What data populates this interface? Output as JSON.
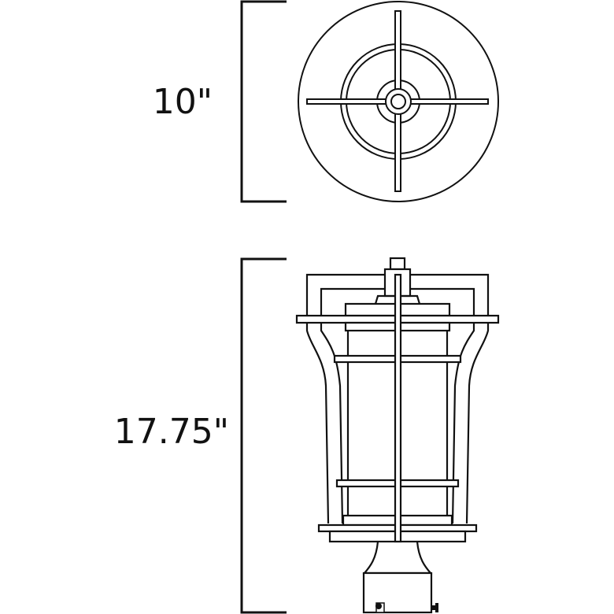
{
  "figure": {
    "subject": "Outdoor post-mount lantern dimension drawing",
    "line_color": "#111111",
    "background": "#ffffff"
  },
  "top_view": {
    "dimension_label": "10\"",
    "description": "Top view: round canopy with cross bars"
  },
  "side_view": {
    "dimension_label": "17.75\"",
    "description": "Side elevation: lantern with flared frame, cylindrical shade, post-mount base"
  }
}
